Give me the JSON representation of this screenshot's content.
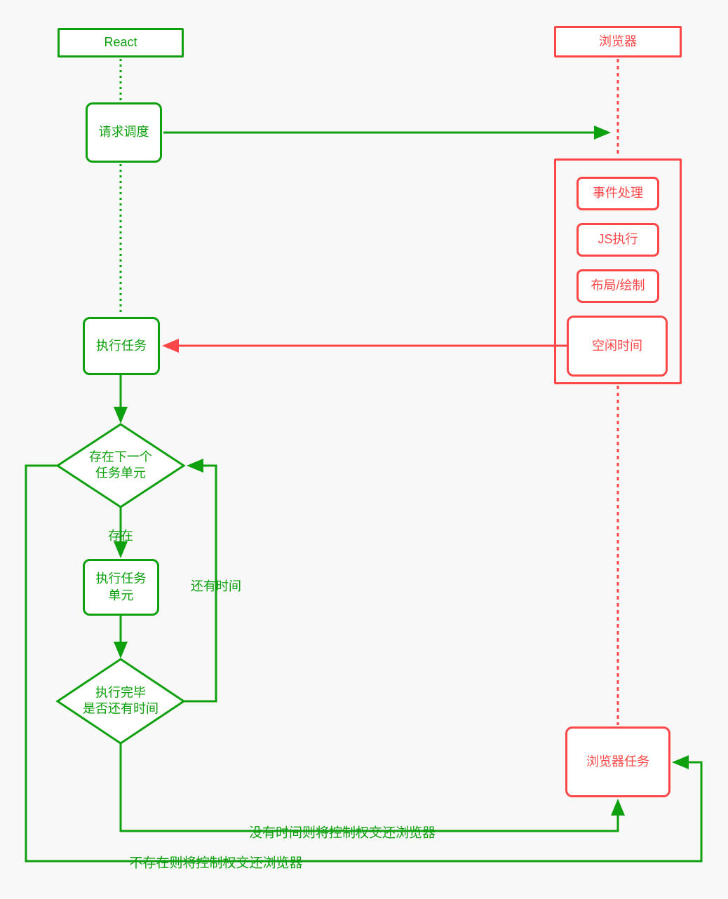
{
  "colors": {
    "green": "#0ea00e",
    "red": "#fb4747",
    "bg": "#f8f8f8",
    "node-bg": "#ffffff"
  },
  "nodes": {
    "react": {
      "label": "React"
    },
    "browser": {
      "label": "浏览器"
    },
    "request_schedule": {
      "label": "请求调度"
    },
    "event_handling": {
      "label": "事件处理"
    },
    "js_execution": {
      "label": "JS执行"
    },
    "layout_paint": {
      "label": "布局/绘制"
    },
    "idle_time": {
      "label": "空闲时间"
    },
    "execute_task": {
      "label": "执行任务"
    },
    "has_next_unit": {
      "label": "存在下一个\n任务单元"
    },
    "execute_task_unit": {
      "label": "执行任务\n单元"
    },
    "done_has_time": {
      "label": "执行完毕\n是否还有时间"
    },
    "browser_task": {
      "label": "浏览器任务"
    }
  },
  "edge_labels": {
    "exists": "存在",
    "has_time": "还有时间",
    "no_time": "没有时间则将控制权交还浏览器",
    "not_exists": "不存在则将控制权交还浏览器"
  }
}
